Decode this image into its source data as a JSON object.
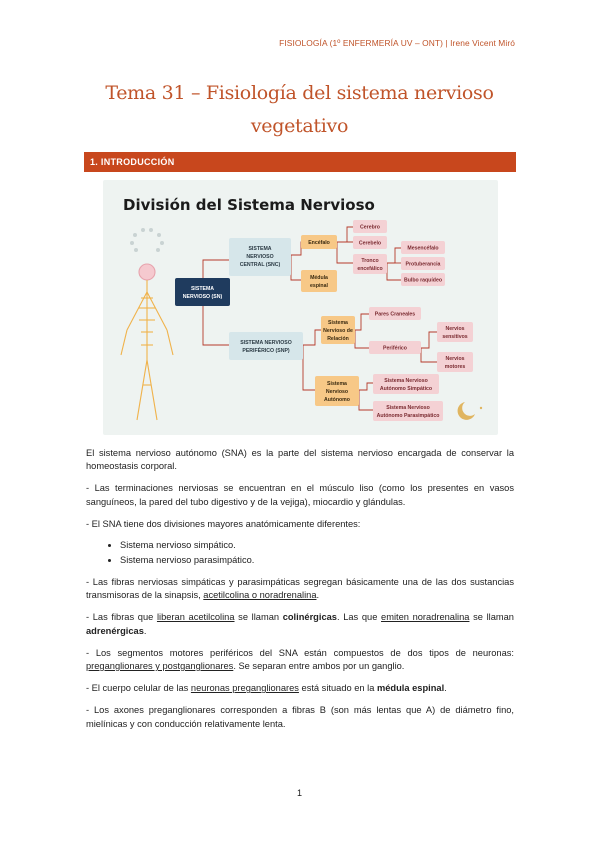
{
  "header": {
    "text": "FISIOLOGÍA (1º ENFERMERÍA UV – ONT) | Irene Vicent Miró"
  },
  "title": {
    "line1": "Tema 31 – Fisiología del sistema nervioso",
    "line2": "vegetativo"
  },
  "section": {
    "label": "1. INTRODUCCIÓN"
  },
  "diagram": {
    "title": "División del Sistema Nervioso",
    "sn": [
      "SISTEMA",
      "NERVIOSO (SN)"
    ],
    "snc": [
      "SISTEMA",
      "NERVIOSO",
      "CENTRAL (SNC)"
    ],
    "snp": [
      "SISTEMA NERVIOSO",
      "PERIFÉRICO (SNP)"
    ],
    "encefalo": "Encéfalo",
    "medula": [
      "Médula",
      "espinal"
    ],
    "cerebro": "Cerebro",
    "cerebelo": "Cerebelo",
    "tronco": [
      "Tronco",
      "encefálico"
    ],
    "mesencefalo": "Mesencéfalo",
    "protuberancia": "Protuberancia",
    "bulbo": "Bulbo raquídeo",
    "relacion": [
      "Sistema",
      "Nervioso de",
      "Relación"
    ],
    "pares": "Pares Craneales",
    "periferico": "Periférico",
    "sensitivos": [
      "Nervios",
      "sensitivos"
    ],
    "motores": [
      "Nervios",
      "motores"
    ],
    "autonomo": [
      "Sistema",
      "Nervioso",
      "Autónomo"
    ],
    "simpatico": [
      "Sistema Nervioso",
      "Autónomo Simpático"
    ],
    "parasimpatico": [
      "Sistema Nervioso",
      "Autónomo Parasimpático"
    ]
  },
  "paragraphs": {
    "p1": "El sistema nervioso autónomo (SNA) es la parte del sistema nervioso encargada de conservar la homeostasis corporal.",
    "p2": "- Las terminaciones nerviosas se encuentran en el músculo liso (como los presentes en vasos sanguíneos, la pared del tubo digestivo y de la vejiga), miocardio y glándulas.",
    "p3": "- El SNA tiene dos divisiones mayores anatómicamente diferentes:",
    "bullets": [
      "Sistema nervioso simpático.",
      "Sistema nervioso parasimpático."
    ],
    "p4a": "- Las fibras nerviosas simpáticas y parasimpáticas segregan básicamente una de las dos sustancias transmisoras de la sinapsis, ",
    "p4u": "acetilcolina o noradrenalina",
    "p4b": ".",
    "p5a": "- Las fibras que ",
    "p5u1": "liberan acetilcolina",
    "p5b": " se llaman ",
    "p5b1": "colinérgicas",
    "p5c": ". Las que ",
    "p5u2": "emiten noradrenalina",
    "p5d": " se llaman ",
    "p5b2": "adrenérgicas",
    "p5e": ".",
    "p6a": "- Los segmentos motores periféricos del SNA están compuestos de dos tipos de neuronas: ",
    "p6u": "preganglionares y postganglionares",
    "p6b": ". Se separan entre ambos por un ganglio.",
    "p7a": "- El cuerpo celular de las ",
    "p7u": "neuronas preganglionares",
    "p7b": " está situado en la ",
    "p7bold": "médula espinal",
    "p7c": ".",
    "p8": "- Los axones preganglionares corresponden a fibras B (son más lentas que A) de diámetro fino, mielínicas y con conducción relativamente lenta."
  },
  "footer": {
    "page": "1"
  }
}
